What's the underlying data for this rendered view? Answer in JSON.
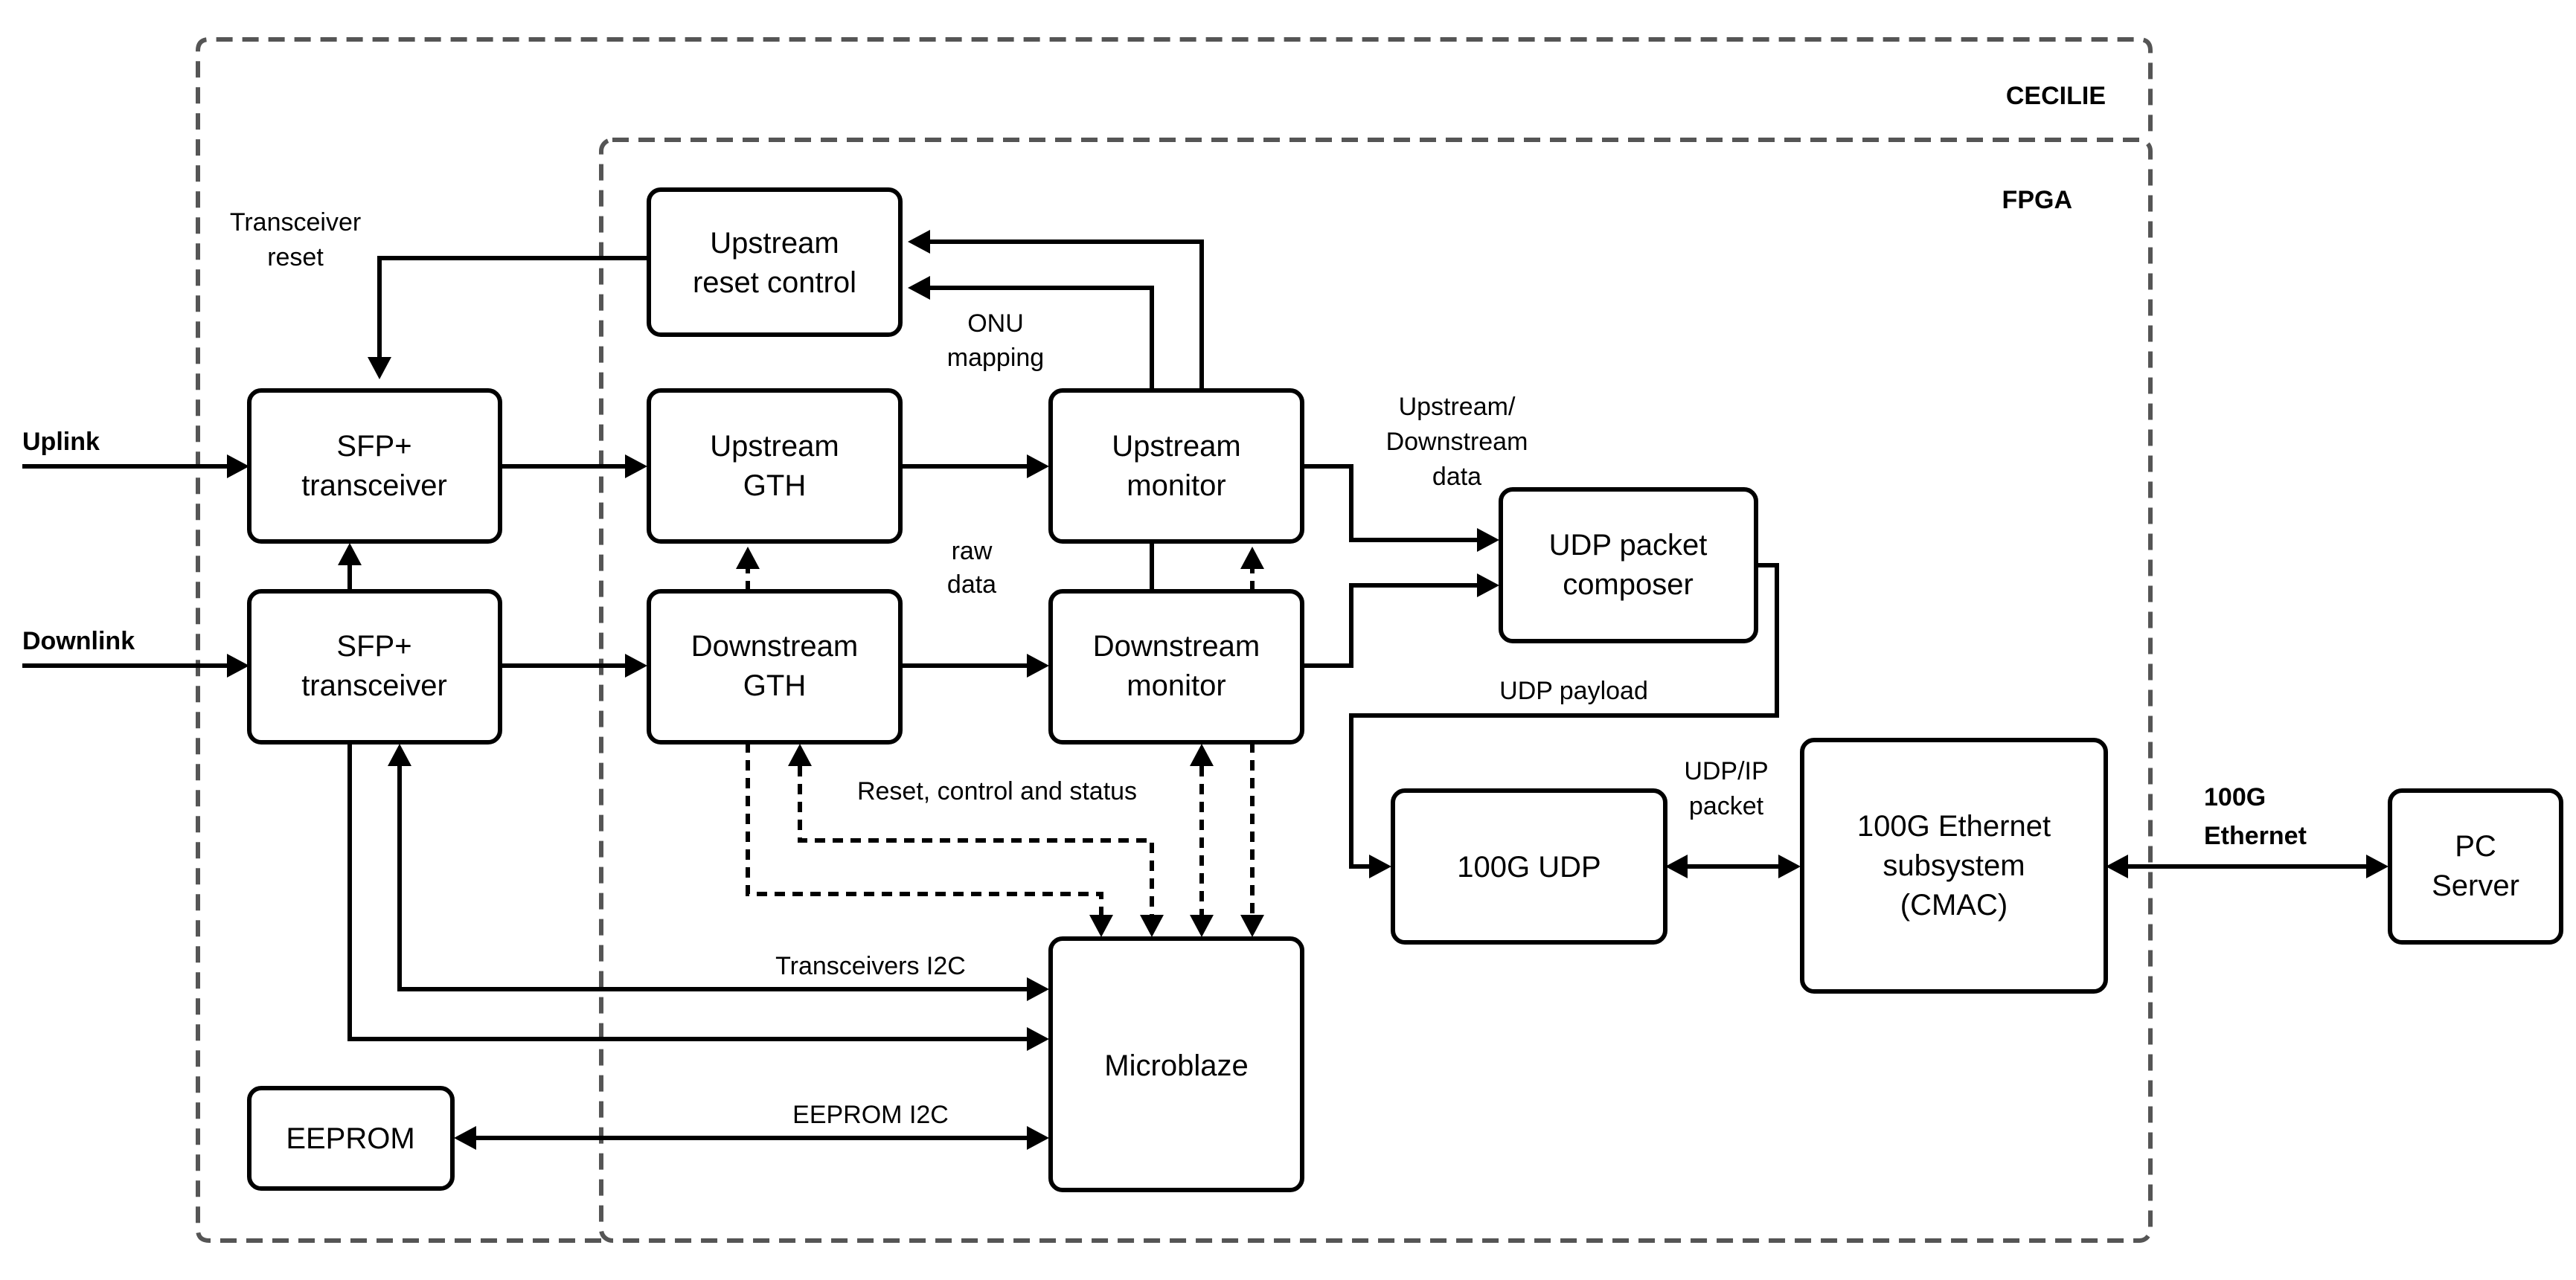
{
  "containers": {
    "cecilie": "CECILIE",
    "fpga": "FPGA"
  },
  "blocks": {
    "upstream_reset_control": [
      "Upstream",
      "reset control"
    ],
    "sfp_uplink": [
      "SFP+",
      "transceiver"
    ],
    "sfp_downlink": [
      "SFP+",
      "transceiver"
    ],
    "upstream_gth": [
      "Upstream",
      "GTH"
    ],
    "downstream_gth": [
      "Downstream",
      "GTH"
    ],
    "upstream_monitor": [
      "Upstream",
      "monitor"
    ],
    "downstream_monitor": [
      "Downstream",
      "monitor"
    ],
    "udp_packet_composer": [
      "UDP packet",
      "composer"
    ],
    "udp_100g": [
      "100G UDP"
    ],
    "ethernet_subsystem": [
      "100G Ethernet",
      "subsystem",
      "(CMAC)"
    ],
    "pc_server": [
      "PC",
      "Server"
    ],
    "microblaze": [
      "Microblaze"
    ],
    "eeprom": [
      "EEPROM"
    ]
  },
  "labels": {
    "uplink": "Uplink",
    "downlink": "Downlink",
    "transceiver_reset": [
      "Transceiver",
      "reset"
    ],
    "onu_mapping": [
      "ONU",
      "mapping"
    ],
    "raw_data": [
      "raw",
      "data"
    ],
    "up_down_data": [
      "Upstream/",
      "Downstream",
      "data"
    ],
    "udp_payload": "UDP payload",
    "udp_ip_packet": [
      "UDP/IP",
      "packet"
    ],
    "ethernet_100g": [
      "100G",
      "Ethernet"
    ],
    "reset_control_status": "Reset, control and status",
    "transceivers_i2c": "Transceivers I2C",
    "eeprom_i2c": "EEPROM I2C"
  }
}
